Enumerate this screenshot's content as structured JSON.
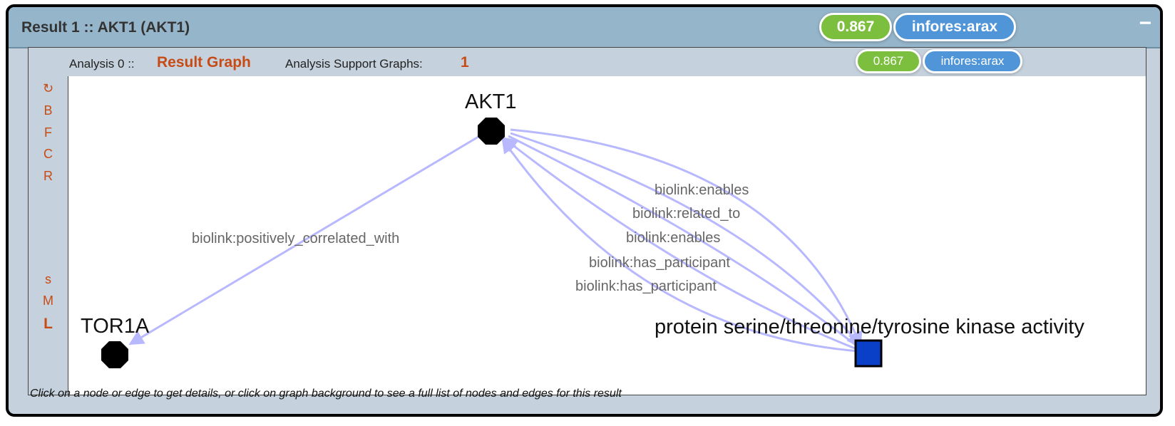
{
  "result": {
    "title": "Result 1 :: AKT1 (AKT1)",
    "score": "0.867",
    "source": "infores:arax",
    "collapse_label": "−"
  },
  "analysis": {
    "label": "Analysis 0 ::",
    "result_graph_label": "Result Graph",
    "support_label": "Analysis Support Graphs:",
    "support_count": "1",
    "score": "0.867",
    "source": "infores:arax"
  },
  "tools": {
    "refresh": "↻",
    "b": "B",
    "f": "F",
    "c": "C",
    "r": "R",
    "small": "s",
    "medium": "M",
    "large": "L"
  },
  "graph": {
    "nodes": {
      "akt1": "AKT1",
      "tor1a": "TOR1A",
      "kinase": "protein serine/threonine/tyrosine kinase activity"
    },
    "edges": {
      "positively_correlated": "biolink:positively_correlated_with",
      "enables_1": "biolink:enables",
      "related_to": "biolink:related_to",
      "enables_2": "biolink:enables",
      "has_participant_1": "biolink:has_participant",
      "has_participant_2": "biolink:has_participant"
    },
    "colors": {
      "edge": "#b8b8ff",
      "gene_node": "#000000",
      "activity_node": "#0a40c8"
    }
  },
  "footer": {
    "hint": "Click on a node or edge to get details, or click on graph background to see a full list of nodes and edges for this result"
  }
}
